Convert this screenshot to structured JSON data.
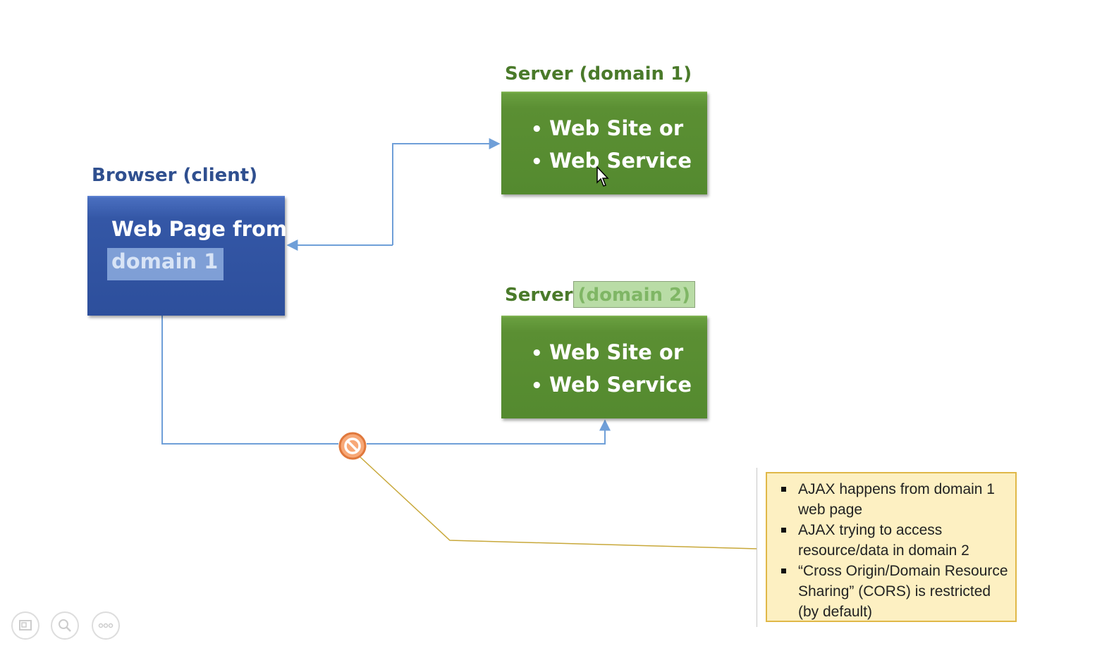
{
  "browser": {
    "label": "Browser (client)",
    "line1": "Web Page from",
    "line2": "domain 1"
  },
  "server1": {
    "label": "Server (domain 1)",
    "items": [
      "Web Site or",
      "Web Service"
    ]
  },
  "server2": {
    "label_prefix": "Server",
    "label_domain": "(domain 2)",
    "items": [
      "Web Site or",
      "Web Service"
    ]
  },
  "note": {
    "items": [
      "AJAX happens from domain 1 web page",
      "AJAX trying to access resource/data in domain 2",
      "“Cross Origin/Domain Resource Sharing” (CORS) is restricted (by default)"
    ]
  },
  "icons": {
    "blocked": "no-entry-icon",
    "cursor": "mouse-cursor-icon",
    "controls": [
      "slides-icon",
      "zoom-icon",
      "more-icon"
    ]
  },
  "colors": {
    "browser_box": "#2d4f9c",
    "server_box": "#548a2f",
    "connector": "#6f9fd8",
    "callout_line": "#c8a83a",
    "note_bg": "#fdf0c2",
    "note_border": "#e0b848",
    "blocked_icon": "#f0905a"
  }
}
